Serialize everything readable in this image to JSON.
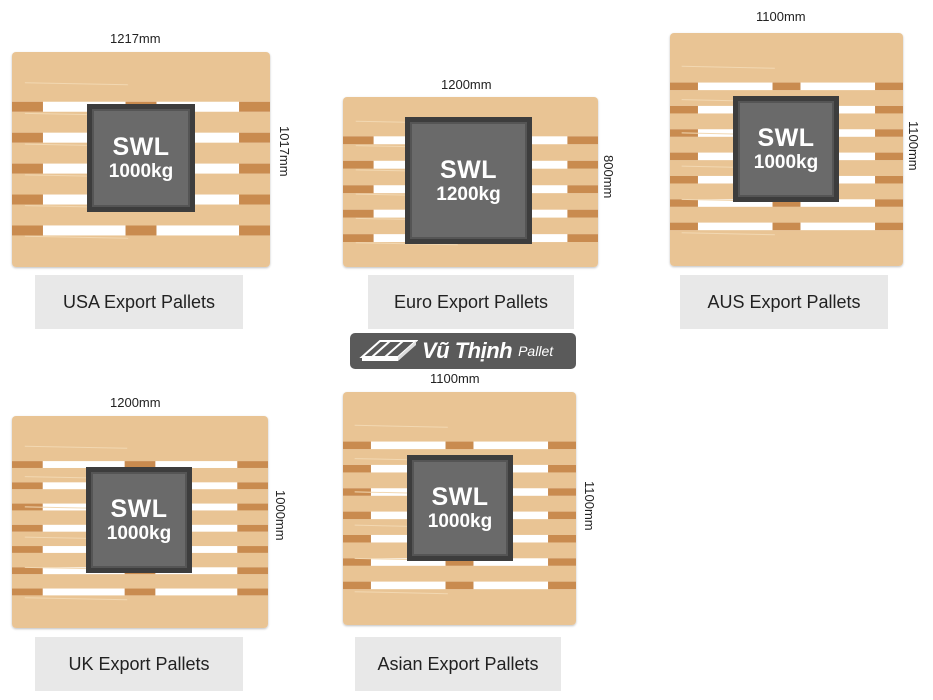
{
  "colors": {
    "wood": "#e9c494",
    "wood_light": "#f2d8b2",
    "block": "#c98b4f",
    "gap": "#ffffff",
    "load_box": "#6a6a6a",
    "load_border": "#3d3d3d",
    "caption_bg": "#e8e8e8"
  },
  "pallets": [
    {
      "id": "usa",
      "caption": "USA Export Pallets",
      "width": "1217mm",
      "length": "1017mm",
      "swl_label": "SWL",
      "swl_value": "1000kg"
    },
    {
      "id": "euro",
      "caption": "Euro Export Pallets",
      "width": "1200mm",
      "length": "800mm",
      "swl_label": "SWL",
      "swl_value": "1200kg"
    },
    {
      "id": "aus",
      "caption": "AUS Export Pallets",
      "width": "1100mm",
      "length": "1100mm",
      "swl_label": "SWL",
      "swl_value": "1000kg"
    },
    {
      "id": "uk",
      "caption": "UK Export Pallets",
      "width": "1200mm",
      "length": "1000mm",
      "swl_label": "SWL",
      "swl_value": "1000kg"
    },
    {
      "id": "asian",
      "caption": "Asian Export Pallets",
      "width": "1100mm",
      "length": "1100mm",
      "swl_label": "SWL",
      "swl_value": "1000kg"
    }
  ],
  "logo": {
    "brand": "Vũ Thịnh",
    "sub": "Pallet",
    "icon": "pallet-icon"
  }
}
